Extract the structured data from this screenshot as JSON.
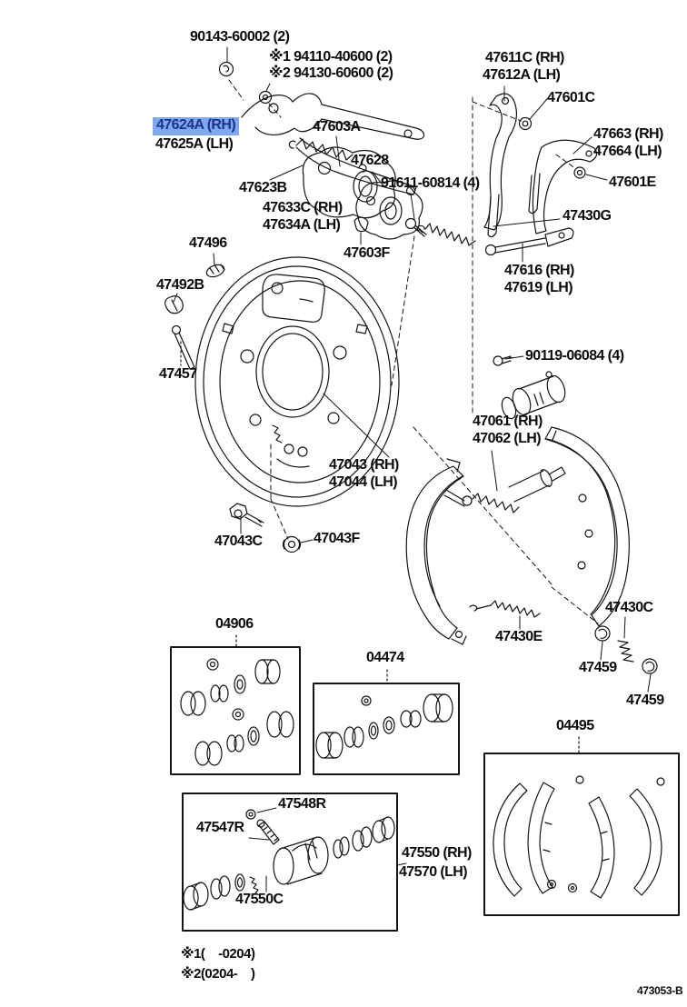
{
  "diagram": {
    "title": "rear drum brake exploded parts diagram",
    "drawing_code": "473053-B",
    "highlight_color": "#7FA8F0",
    "highlight_text_color": "#1A338C",
    "part_labels": [
      {
        "id": "90143",
        "text": "90143-60002 (2)"
      },
      {
        "id": "94110",
        "text": "※1 94110-40600 (2)"
      },
      {
        "id": "94130",
        "text": "※2 94130-60600 (2)"
      },
      {
        "id": "47611c",
        "text": "47611C (RH)"
      },
      {
        "id": "47612a",
        "text": "47612A (LH)"
      },
      {
        "id": "47601c",
        "text": "47601C"
      },
      {
        "id": "47663",
        "text": "47663 (RH)"
      },
      {
        "id": "47664",
        "text": "47664 (LH)"
      },
      {
        "id": "47601e",
        "text": "47601E"
      },
      {
        "id": "47624a",
        "text": "47624A (RH)",
        "highlighted": true
      },
      {
        "id": "47625a",
        "text": "47625A (LH)"
      },
      {
        "id": "47603a",
        "text": "47603A"
      },
      {
        "id": "47628",
        "text": "47628"
      },
      {
        "id": "91611",
        "text": "91611-60814 (4)"
      },
      {
        "id": "47623b",
        "text": "47623B"
      },
      {
        "id": "47633c",
        "text": "47633C (RH)"
      },
      {
        "id": "47634a",
        "text": "47634A (LH)"
      },
      {
        "id": "47430g",
        "text": "47430G"
      },
      {
        "id": "47496",
        "text": "47496"
      },
      {
        "id": "47603f",
        "text": "47603F"
      },
      {
        "id": "47492b",
        "text": "47492B"
      },
      {
        "id": "47616",
        "text": "47616 (RH)"
      },
      {
        "id": "47619",
        "text": "47619 (LH)"
      },
      {
        "id": "90119",
        "text": "90119-06084 (4)"
      },
      {
        "id": "47457",
        "text": "47457"
      },
      {
        "id": "47061",
        "text": "47061 (RH)"
      },
      {
        "id": "47062",
        "text": "47062 (LH)"
      },
      {
        "id": "47043",
        "text": "47043 (RH)"
      },
      {
        "id": "47044",
        "text": "47044 (LH)"
      },
      {
        "id": "47043c",
        "text": "47043C"
      },
      {
        "id": "47043f",
        "text": "47043F"
      },
      {
        "id": "47430c",
        "text": "47430C"
      },
      {
        "id": "47430e",
        "text": "47430E"
      },
      {
        "id": "47459a",
        "text": "47459"
      },
      {
        "id": "47459b",
        "text": "47459"
      },
      {
        "id": "04906",
        "text": "04906"
      },
      {
        "id": "04474",
        "text": "04474"
      },
      {
        "id": "04495",
        "text": "04495"
      },
      {
        "id": "47548r",
        "text": "47548R"
      },
      {
        "id": "47547r",
        "text": "47547R"
      },
      {
        "id": "47550",
        "text": "47550 (RH)"
      },
      {
        "id": "47570",
        "text": "47570 (LH)"
      },
      {
        "id": "47550c",
        "text": "47550C"
      }
    ],
    "footnotes": [
      {
        "id": "note1",
        "text": "※1(    -0204)"
      },
      {
        "id": "note2",
        "text": "※2(0204-    )"
      }
    ]
  }
}
